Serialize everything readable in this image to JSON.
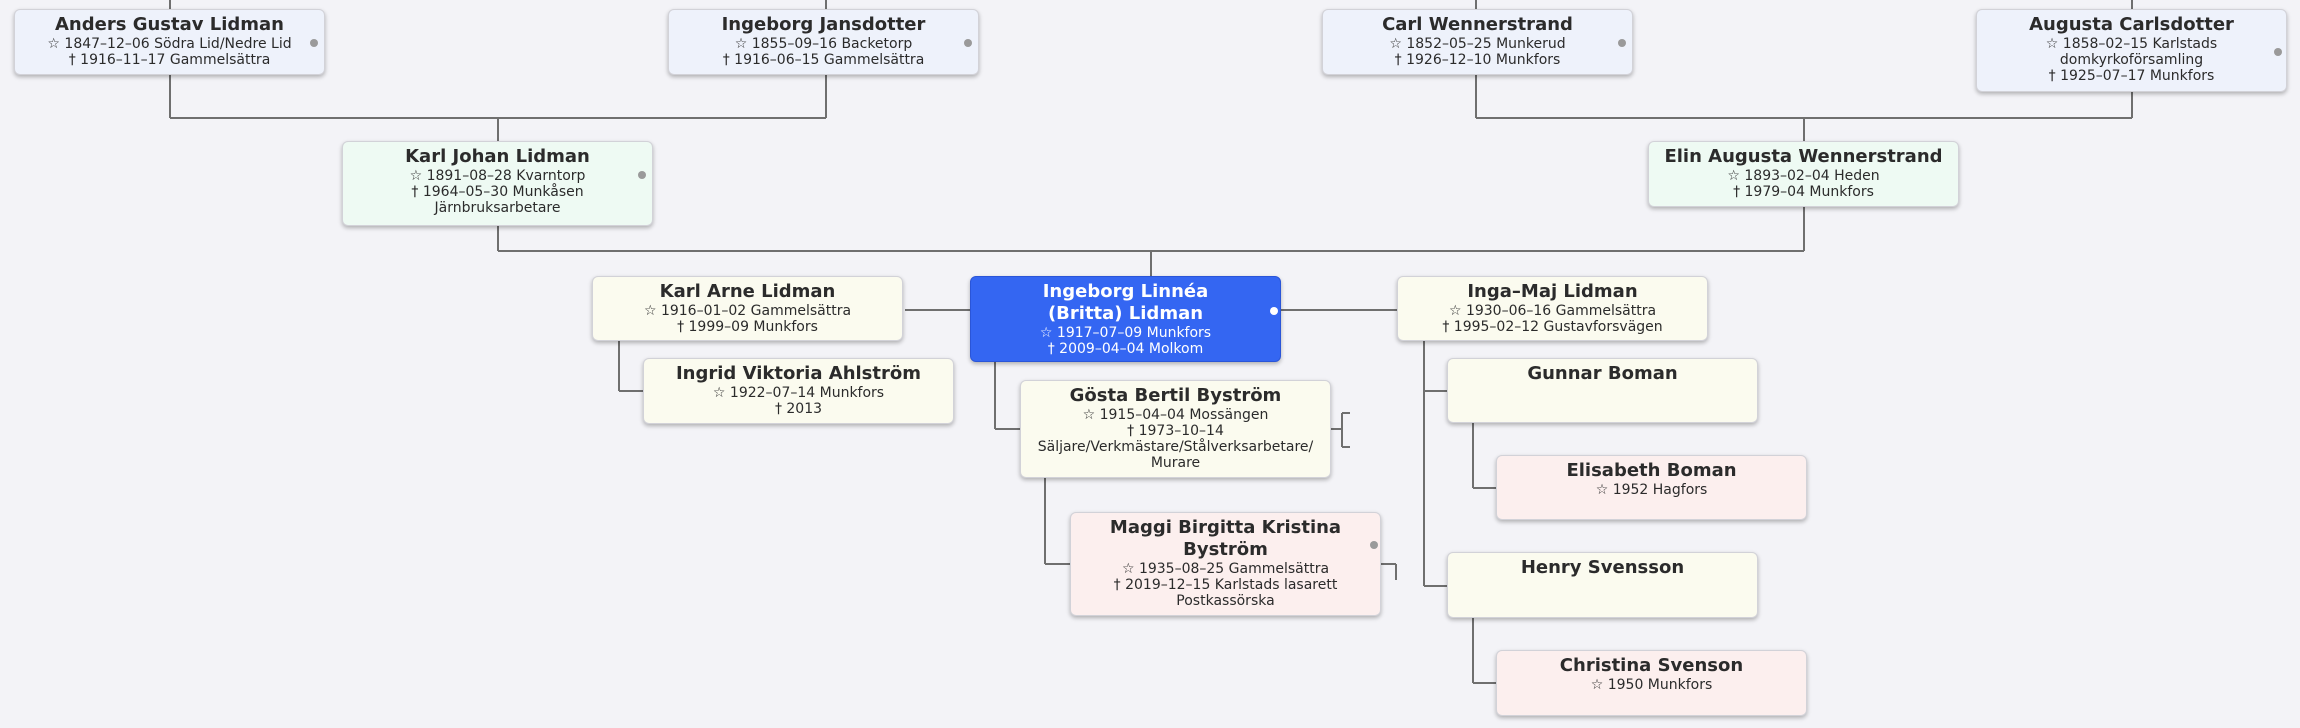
{
  "people": {
    "anders": {
      "name": "Anders Gustav Lidman",
      "lines": [
        "☆ 1847–12–06 Södra Lid/Nedre Lid",
        "† 1916–11–17 Gammelsättra"
      ]
    },
    "ingeborg_j": {
      "name": "Ingeborg Jansdotter",
      "lines": [
        "☆ 1855–09–16 Backetorp",
        "† 1916–06–15 Gammelsättra"
      ]
    },
    "carl": {
      "name": "Carl Wennerstrand",
      "lines": [
        "☆ 1852–05–25 Munkerud",
        "† 1926–12–10 Munkfors"
      ]
    },
    "augusta": {
      "name": "Augusta Carlsdotter",
      "lines": [
        "☆ 1858–02–15 Karlstads",
        "domkyrkoförsamling",
        "† 1925–07–17 Munkfors"
      ]
    },
    "karl_johan": {
      "name": "Karl Johan Lidman",
      "lines": [
        "☆ 1891–08–28 Kvarntorp",
        "† 1964–05–30 Munkåsen",
        "Järnbruksarbetare"
      ]
    },
    "elin": {
      "name": "Elin Augusta Wennerstrand",
      "lines": [
        "☆ 1893–02–04 Heden",
        "† 1979–04 Munkfors"
      ]
    },
    "karl_arne": {
      "name": "Karl Arne Lidman",
      "lines": [
        "☆ 1916–01–02 Gammelsättra",
        "† 1999–09 Munkfors"
      ]
    },
    "ingrid": {
      "name": "Ingrid Viktoria Ahlström",
      "lines": [
        "☆ 1922–07–14 Munkfors",
        "† 2013"
      ]
    },
    "britta": {
      "name": "Ingeborg Linnéa (Britta) Lidman",
      "lines": [
        "☆ 1917–07–09 Munkfors",
        "† 2009–04–04 Molkom"
      ]
    },
    "inga_maj": {
      "name": "Inga–Maj Lidman",
      "lines": [
        "☆ 1930–06–16 Gammelsättra",
        "† 1995–02–12 Gustavforsvägen"
      ]
    },
    "gosta": {
      "name": "Gösta Bertil Byström",
      "lines": [
        "☆ 1915–04–04 Mossängen",
        "† 1973–10–14",
        "Säljare/Verkmästare/Stålverksarbetare/",
        "Murare"
      ]
    },
    "maggi": {
      "name": "Maggi Birgitta Kristina Byström",
      "lines": [
        "☆ 1935–08–25 Gammelsättra",
        "† 2019–12–15 Karlstads lasarett",
        "Postkassörska"
      ]
    },
    "gunnar": {
      "name": "Gunnar Boman",
      "lines": []
    },
    "elisabeth": {
      "name": "Elisabeth Boman",
      "lines": [
        "☆ 1952 Hagfors"
      ]
    },
    "henry": {
      "name": "Henry Svensson",
      "lines": []
    },
    "christina": {
      "name": "Christina Svenson",
      "lines": [
        "☆ 1950 Munkfors"
      ]
    }
  },
  "colors": {
    "ancestor": "#eef2fb",
    "parent": "#eefaf3",
    "sibling": "#fbfbef",
    "child": "#fcefee",
    "focus": "#3466f2"
  }
}
